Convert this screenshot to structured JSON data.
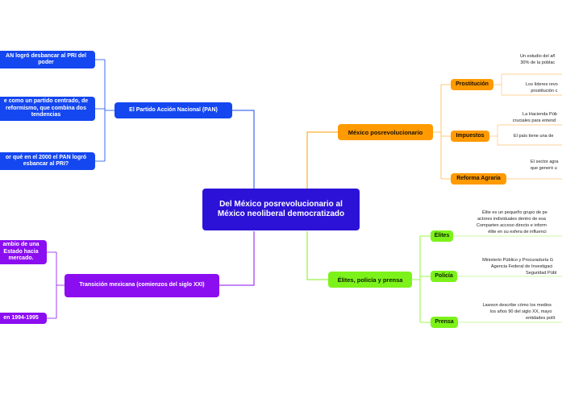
{
  "central": {
    "title": "Del México posrevolucionario al México neoliberal democratizado"
  },
  "left_top": {
    "main": "El Partido Acción Nacional (PAN)",
    "children": [
      "AN logró desbancar al PRI del poder",
      "e como un partido centrado, de reformismo, que combina dos tendencias",
      "or qué en el 2000 el PAN logró esbancar al PRI?"
    ]
  },
  "left_bottom": {
    "main": "Transición mexicana (comienzos del siglo XXI)",
    "children": [
      "ambio de una Estado hacia mercado.",
      "en 1994-1995"
    ]
  },
  "right_top": {
    "main": "México posrevolucionario",
    "topics": [
      {
        "label": "Prostitución",
        "leaves": [
          [
            "Un estudio del añ",
            "30% de la poblac"
          ],
          [
            "Los líderes revo",
            "prostitución c"
          ]
        ]
      },
      {
        "label": "Impuestos",
        "leaves": [
          [
            "La Hacienda Púb",
            "cruciales para entend"
          ],
          [
            "El país tiene una de"
          ]
        ]
      },
      {
        "label": "Reforma Agraria",
        "leaves": [
          [
            "El sector agra",
            "que generó u"
          ]
        ]
      }
    ]
  },
  "right_bottom": {
    "main": "Élites, policía y prensa",
    "topics": [
      {
        "label": "Élites",
        "leaves": [
          [
            "Élite es un pequeño grupo de pe",
            "actores individuales dentro de esa",
            "Comparten acceso directo e inform",
            "élite en su esfera de influenci"
          ]
        ]
      },
      {
        "label": "Policía",
        "leaves": [
          [
            "Ministerio Público y Procuraduría G",
            "Agencia Federal de Investigaci",
            "Seguridad Públ"
          ]
        ]
      },
      {
        "label": "Prensa",
        "leaves": [
          [
            "Lawson describe cómo los medios",
            "los años 90 del siglo XX, mayo",
            "entidades polít"
          ]
        ]
      }
    ]
  },
  "colors": {
    "central": "#2c12d6",
    "blue": "#1447f0",
    "purple": "#8b0ef0",
    "orange": "#ff9a00",
    "green": "#7cf21a"
  }
}
